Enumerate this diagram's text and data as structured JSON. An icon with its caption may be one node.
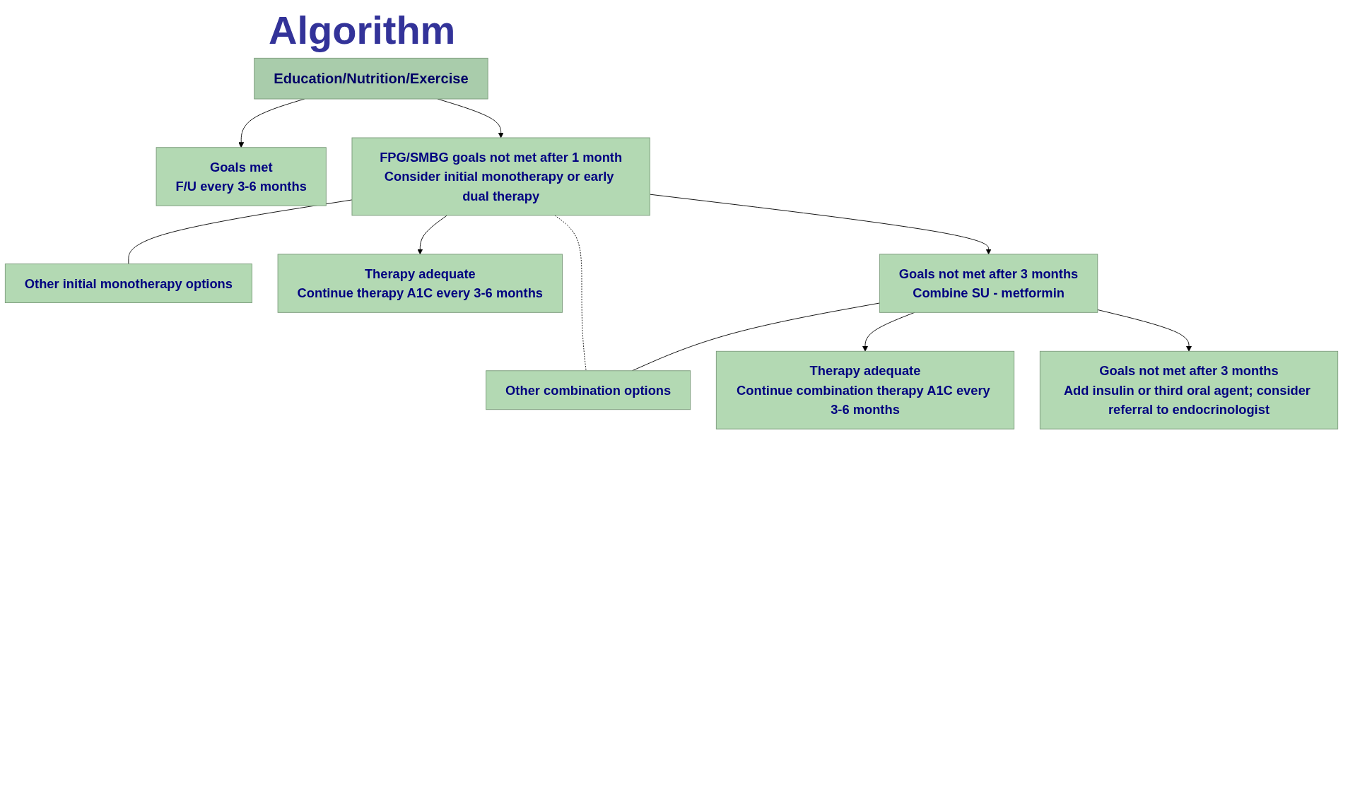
{
  "diagram": {
    "title": "Algorithm",
    "nodes": [
      {
        "text": [
          "Education/Nutrition/Exercise"
        ]
      },
      {
        "text": [
          "Goals met",
          "F/U every 3-6 months"
        ]
      },
      {
        "text": [
          "FPG/SMBG goals not met after 1 month",
          "Consider initial monotherapy or early dual therapy"
        ]
      },
      {
        "text": [
          "Other initial monotherapy options"
        ]
      },
      {
        "text": [
          "Therapy adequate",
          "Continue therapy A1C every 3-6 months"
        ]
      },
      {
        "text": [
          "Goals not met after 3 months",
          "Combine SU - metformin"
        ]
      },
      {
        "text": [
          "Other combination options"
        ]
      },
      {
        "text": [
          "Therapy adequate",
          "Continue combination therapy A1C every 3-6 months"
        ]
      },
      {
        "text": [
          "Goals not met after 3 months",
          "Add insulin or third oral agent; consider referral to endocrinologist"
        ]
      }
    ],
    "edges": [
      {
        "from": 0,
        "to": 1,
        "arrow": "to"
      },
      {
        "from": 0,
        "to": 2,
        "arrow": "to"
      },
      {
        "from": 2,
        "to": 3,
        "arrow": "none"
      },
      {
        "from": 2,
        "to": 4,
        "arrow": "to"
      },
      {
        "from": 2,
        "to": 5,
        "arrow": "to"
      },
      {
        "from": 2,
        "to": 6,
        "arrow": "none",
        "style": "dashed"
      },
      {
        "from": 5,
        "to": 6,
        "arrow": "none"
      },
      {
        "from": 5,
        "to": 7,
        "arrow": "to"
      },
      {
        "from": 5,
        "to": 8,
        "arrow": "to"
      }
    ]
  }
}
